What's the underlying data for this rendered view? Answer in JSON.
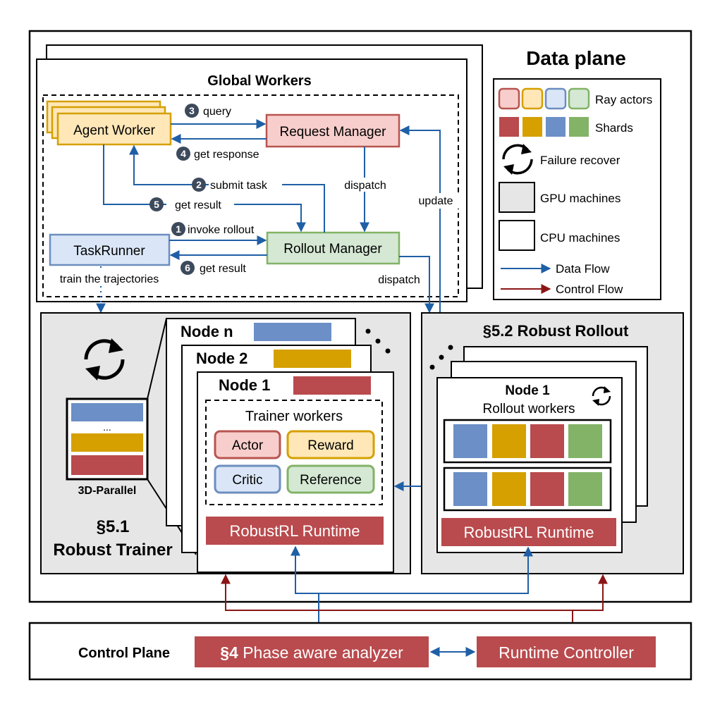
{
  "colors": {
    "blue": "#6b8fc6",
    "blue_light": "#dae6f7",
    "blue_border": "#6c8ebf",
    "orange": "#d5a000",
    "orange_light": "#ffe7b8",
    "red": "#b94a4d",
    "red_light": "#f8cecc",
    "red_border": "#b85450",
    "green": "#82b366",
    "green_light": "#d5e8d4",
    "gray_fill": "#e6e6e6",
    "data_flow": "#1f5fa6",
    "control_flow": "#8b1515"
  },
  "data_plane": {
    "title": "Data plane",
    "global_workers": {
      "title": "Global Workers",
      "agent_worker": "Agent Worker",
      "request_manager": "Request Manager",
      "rollout_manager": "Rollout Manager",
      "task_runner": "TaskRunner",
      "step3": {
        "num": "3",
        "label": "query"
      },
      "step4": {
        "num": "4",
        "label": "get response"
      },
      "step2": {
        "num": "2",
        "label": "submit task"
      },
      "step5": {
        "num": "5",
        "label": "get result"
      },
      "step1": {
        "num": "1",
        "label": "invoke rollout"
      },
      "step6": {
        "num": "6",
        "label": "get result"
      },
      "dispatch_inner": "dispatch",
      "update": "update",
      "dispatch_outer": "dispatch",
      "train_label": "train the trajectories"
    },
    "legend": {
      "ray_actors": "Ray actors",
      "shards": "Shards",
      "failure_recover": "Failure recover",
      "gpu_machines": "GPU machines",
      "cpu_machines": "CPU machines",
      "data_flow": "Data Flow",
      "control_flow": "Control Flow"
    },
    "trainer": {
      "section_num": "§5.1",
      "section_name": "Robust Trainer",
      "parallel_label": "3D-Parallel",
      "ellipsis": "...",
      "node_n": "Node n",
      "node_2": "Node 2",
      "node_1": "Node 1",
      "workers_title": "Trainer workers",
      "actor": "Actor",
      "reward": "Reward",
      "critic": "Critic",
      "reference": "Reference",
      "runtime": "RobustRL Runtime"
    },
    "rollout": {
      "title": "§5.2 Robust Rollout",
      "node_1": "Node 1",
      "workers_title": "Rollout workers",
      "runtime": "RobustRL Runtime"
    }
  },
  "control_plane": {
    "title": "Control Plane",
    "analyzer_prefix": "§4",
    "analyzer_text": "Phase aware analyzer",
    "runtime_controller": "Runtime Controller"
  }
}
